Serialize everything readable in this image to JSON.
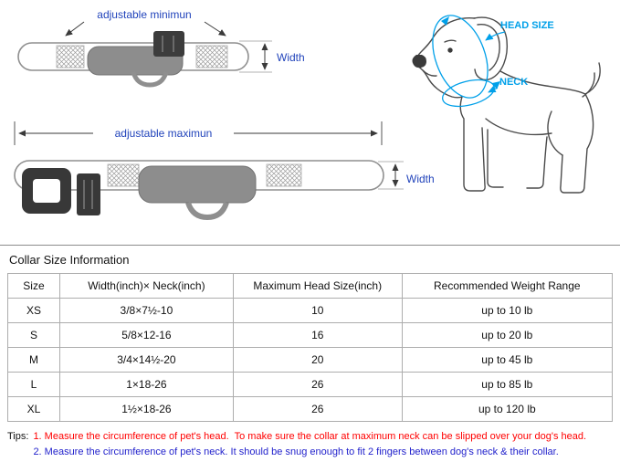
{
  "diagram": {
    "min_label": "adjustable minimun",
    "max_label": "adjustable maximun",
    "width_label_min": "Width",
    "width_label_max": "Width",
    "head_size_label": "HEAD SIZE",
    "neck_label": "NECK",
    "colors": {
      "label_blue": "#2244bb",
      "measure_blue": "#00a0e9",
      "tip_red": "#ff0000",
      "tip_blue": "#2222cc"
    }
  },
  "section_title": "Collar Size Information",
  "table": {
    "headers": [
      "Size",
      "Width(inch)× Neck(inch)",
      "Maximum Head Size(inch)",
      "Recommended Weight Range"
    ],
    "rows": [
      [
        "XS",
        "3/8×7½-10",
        "10",
        "up to 10 lb"
      ],
      [
        "S",
        "5/8×12-16",
        "16",
        "up to 20 lb"
      ],
      [
        "M",
        "3/4×14½-20",
        "20",
        "up to 45 lb"
      ],
      [
        "L",
        "1×18-26",
        "26",
        "up to 85 lb"
      ],
      [
        "XL",
        "1½×18-26",
        "26",
        "up to 120 lb"
      ]
    ]
  },
  "tips": {
    "label": "Tips:",
    "line1": "1. Measure the circumference of pet's head.  To make sure the collar at maximum neck can be slipped over your dog's head.",
    "line2": "2. Measure the circumference of pet's neck. It should be snug enough to fit 2 fingers between dog's neck & their collar."
  }
}
